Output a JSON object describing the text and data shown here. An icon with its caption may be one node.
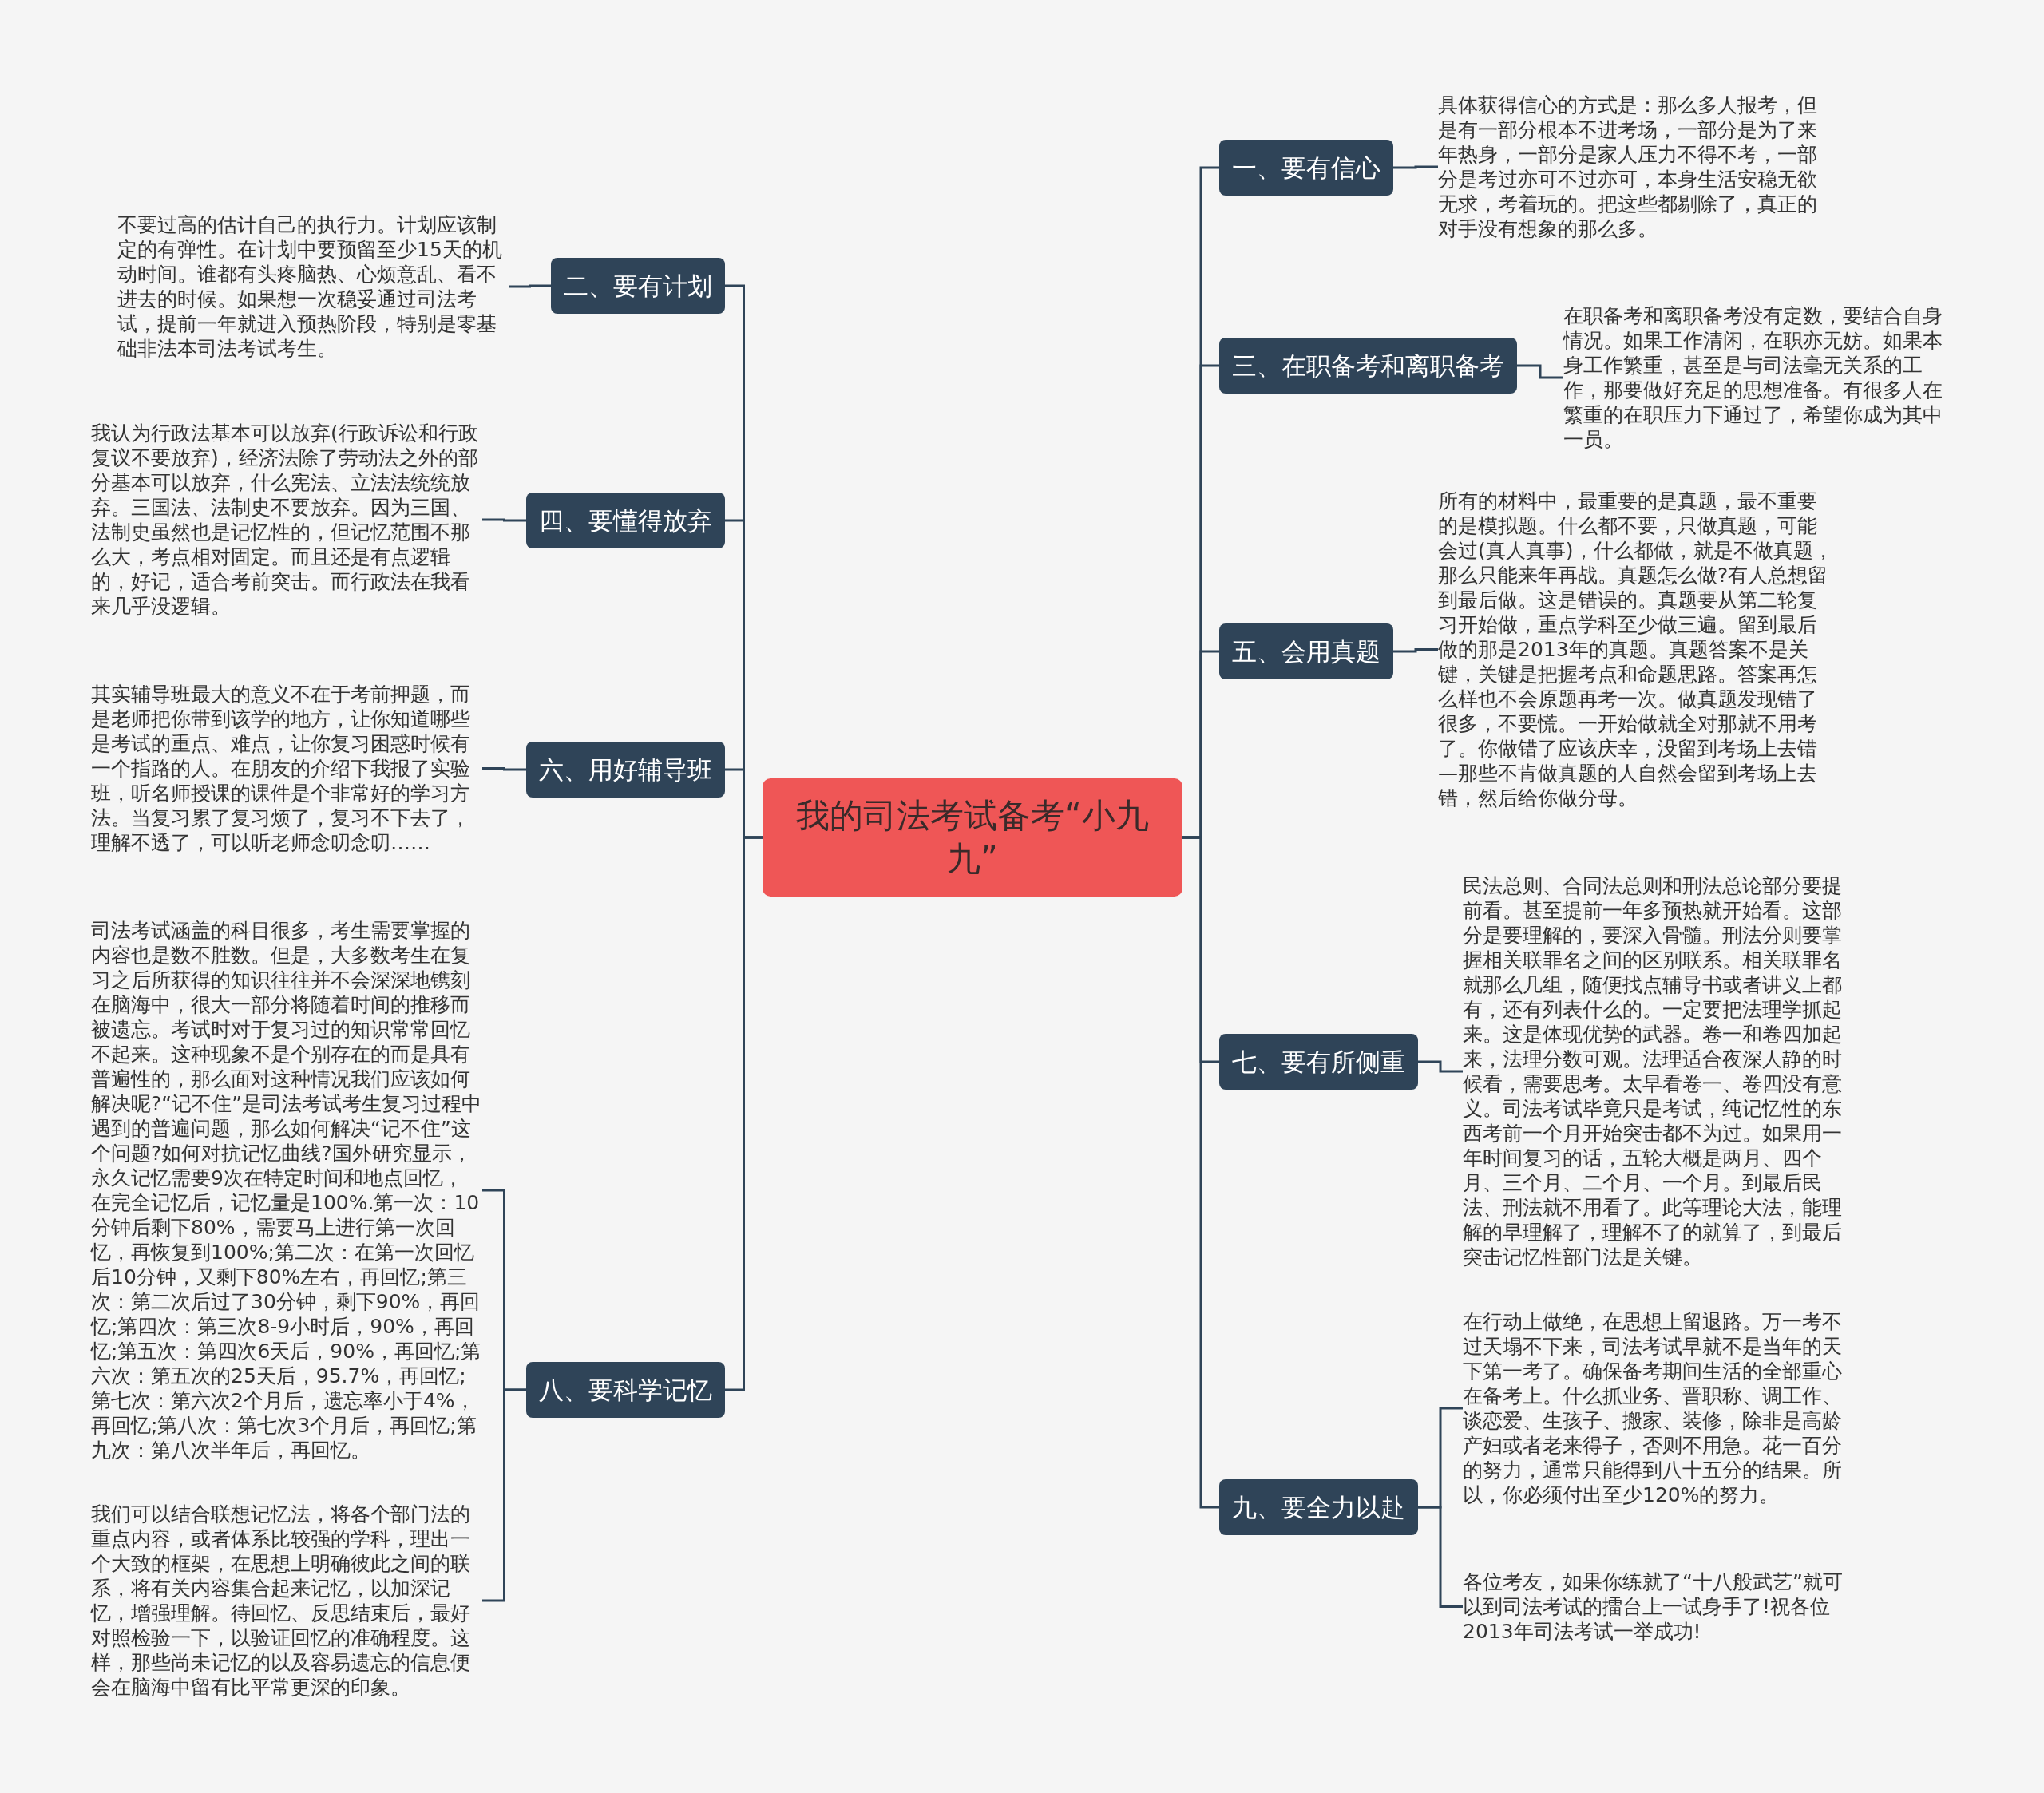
{
  "diagram": {
    "nodes": [
      {
        "text": [
          "我的司法考试备考“小九九”"
        ]
      },
      {
        "text": [
          "一、要有信心"
        ]
      },
      {
        "text": [
          "具体获得信心的方式是：那么多人报考，但是有一部分根本不进考场，一部分是为了来年热身，一部分是家人压力不得不考，一部分是考过亦可不过亦可，本身生活安稳无欲无求，考着玩的。把这些都剔除了，真正的对手没有想象的那么多。"
        ]
      },
      {
        "text": [
          "二、要有计划"
        ]
      },
      {
        "text": [
          "不要过高的估计自己的执行力。计划应该制定的有弹性。在计划中要预留至少15天的机动时间。谁都有头疼脑热、心烦意乱、看不进去的时候。如果想一次稳妥通过司法考试，提前一年就进入预热阶段，特别是零基础非法本司法考试考生。"
        ]
      },
      {
        "text": [
          "三、在职备考和离职备考"
        ]
      },
      {
        "text": [
          "在职备考和离职备考没有定数，要结合自身情况。如果工作清闲，在职亦无妨。如果本身工作繁重，甚至是与司法毫无关系的工作，那要做好充足的思想准备。有很多人在繁重的在职压力下通过了，希望你成为其中一员。"
        ]
      },
      {
        "text": [
          "四、要懂得放弃"
        ]
      },
      {
        "text": [
          "我认为行政法基本可以放弃(行政诉讼和行政复议不要放弃)，经济法除了劳动法之外的部分基本可以放弃，什么宪法、立法法统统放弃。三国法、法制史不要放弃。因为三国、法制史虽然也是记忆性的，但记忆范围不那么大，考点相对固定。而且还是有点逻辑的，好记，适合考前突击。而行政法在我看来几乎没逻辑。"
        ]
      },
      {
        "text": [
          "五、会用真题"
        ]
      },
      {
        "text": [
          "所有的材料中，最重要的是真题，最不重要的是模拟题。什么都不要，只做真题，可能会过(真人真事)，什么都做，就是不做真题，那么只能来年再战。真题怎么做?有人总想留到最后做。这是错误的。真题要从第二轮复习开始做，重点学科至少做三遍。留到最后做的那是2013年的真题。真题答案不是关键，关键是把握考点和命题思路。答案再怎么样也不会原题再考一次。做真题发现错了很多，不要慌。一开始做就全对那就不用考了。你做错了应该庆幸，没留到考场上去错—那些不肯做真题的人自然会留到考场上去错，然后给你做分母。"
        ]
      },
      {
        "text": [
          "六、用好辅导班"
        ]
      },
      {
        "text": [
          "其实辅导班最大的意义不在于考前押题，而是老师把你带到该学的地方，让你知道哪些是考试的重点、难点，让你复习困惑时候有一个指路的人。在朋友的介绍下我报了实验班，听名师授课的课件是个非常好的学习方法。当复习累了复习烦了，复习不下去了，理解不透了，可以听老师念叨念叨……"
        ]
      },
      {
        "text": [
          "七、要有所侧重"
        ]
      },
      {
        "text": [
          "民法总则、合同法总则和刑法总论部分要提前看。甚至提前一年多预热就开始看。这部分是要理解的，要深入骨髓。刑法分则要掌握相关联罪名之间的区别联系。相关联罪名就那么几组，随便找点辅导书或者讲义上都有，还有列表什么的。一定要把法理学抓起来。这是体现优势的武器。卷一和卷四加起来，法理分数可观。法理适合夜深人静的时候看，需要思考。太早看卷一、卷四没有意义。司法考试毕竟只是考试，纯记忆性的东西考前一个月开始突击都不为过。如果用一年时间复习的话，五轮大概是两月、四个月、三个月、二个月、一个月。到最后民法、刑法就不用看了。此等理论大法，能理解的早理解了，理解不了的就算了，到最后突击记忆性部门法是关键。"
        ]
      },
      {
        "text": [
          "八、要科学记忆"
        ]
      },
      {
        "text": [
          "司法考试涵盖的科目很多，考生需要掌握的内容也是数不胜数。但是，大多数考生在复习之后所获得的知识往往并不会深深地镌刻在脑海中，很大一部分将随着时间的推移而被遗忘。考试时对于复习过的知识常常回忆不起来。这种现象不是个别存在的而是具有普遍性的，那么面对这种情况我们应该如何解决呢?“记不住”是司法考试考生复习过程中遇到的普遍问题，那么如何解决“记不住”这个问题?如何对抗记忆曲线?国外研究显示，永久记忆需要9次在特定时间和地点回忆，在完全记忆后，记忆量是100%.第一次：10分钟后剩下80%，需要马上进行第一次回忆，再恢复到100%;第二次：在第一次回忆后10分钟，又剩下80%左右，再回忆;第三次：第二次后过了30分钟，剩下90%，再回忆;第四次：第三次8-9小时后，90%，再回忆;第五次：第四次6天后，90%，再回忆;第六次：第五次的25天后，95.7%，再回忆;第七次：第六次2个月后，遗忘率小于4%，再回忆;第八次：第七次3个月后，再回忆;第九次：第八次半年后，再回忆。"
        ]
      },
      {
        "text": [
          "我们可以结合联想记忆法，将各个部门法的重点内容，或者体系比较强的学科，理出一个大致的框架，在思想上明确彼此之间的联系，将有关内容集合起来记忆，以加深记忆，增强理解。待回忆、反思结束后，最好对照检验一下，以验证回忆的准确程度。这样，那些尚未记忆的以及容易遗忘的信息便会在脑海中留有比平常更深的印象。"
        ]
      },
      {
        "text": [
          "九、要全力以赴"
        ]
      },
      {
        "text": [
          "在行动上做绝，在思想上留退路。万一考不过天塌不下来，司法考试早就不是当年的天下第一考了。确保备考期间生活的全部重心在备考上。什么抓业务、晋职称、调工作、谈恋爱、生孩子、搬家、装修，除非是高龄产妇或者老来得子，否则不用急。花一百分的努力，通常只能得到八十五分的结果。所以，你必须付出至少120%的努力。"
        ]
      },
      {
        "text": [
          "各位考友，如果你练就了“十八般武艺”就可以到司法考试的擂台上一试身手了!祝各位2013年司法考试一举成功!"
        ]
      }
    ],
    "edges": [
      {
        "from": 0,
        "to": 1,
        "arrow": "none"
      },
      {
        "from": 0,
        "to": 3,
        "arrow": "none"
      },
      {
        "from": 0,
        "to": 5,
        "arrow": "none"
      },
      {
        "from": 0,
        "to": 7,
        "arrow": "none"
      },
      {
        "from": 0,
        "to": 9,
        "arrow": "none"
      },
      {
        "from": 0,
        "to": 11,
        "arrow": "none"
      },
      {
        "from": 0,
        "to": 13,
        "arrow": "none"
      },
      {
        "from": 0,
        "to": 15,
        "arrow": "none"
      },
      {
        "from": 0,
        "to": 18,
        "arrow": "none"
      },
      {
        "from": 1,
        "to": 2,
        "arrow": "none"
      },
      {
        "from": 3,
        "to": 4,
        "arrow": "none"
      },
      {
        "from": 5,
        "to": 6,
        "arrow": "none"
      },
      {
        "from": 7,
        "to": 8,
        "arrow": "none"
      },
      {
        "from": 9,
        "to": 10,
        "arrow": "none"
      },
      {
        "from": 11,
        "to": 12,
        "arrow": "none"
      },
      {
        "from": 13,
        "to": 14,
        "arrow": "none"
      },
      {
        "from": 15,
        "to": 16,
        "arrow": "none"
      },
      {
        "from": 15,
        "to": 17,
        "arrow": "none"
      },
      {
        "from": 18,
        "to": 19,
        "arrow": "none"
      },
      {
        "from": 18,
        "to": 20,
        "arrow": "none"
      }
    ]
  }
}
